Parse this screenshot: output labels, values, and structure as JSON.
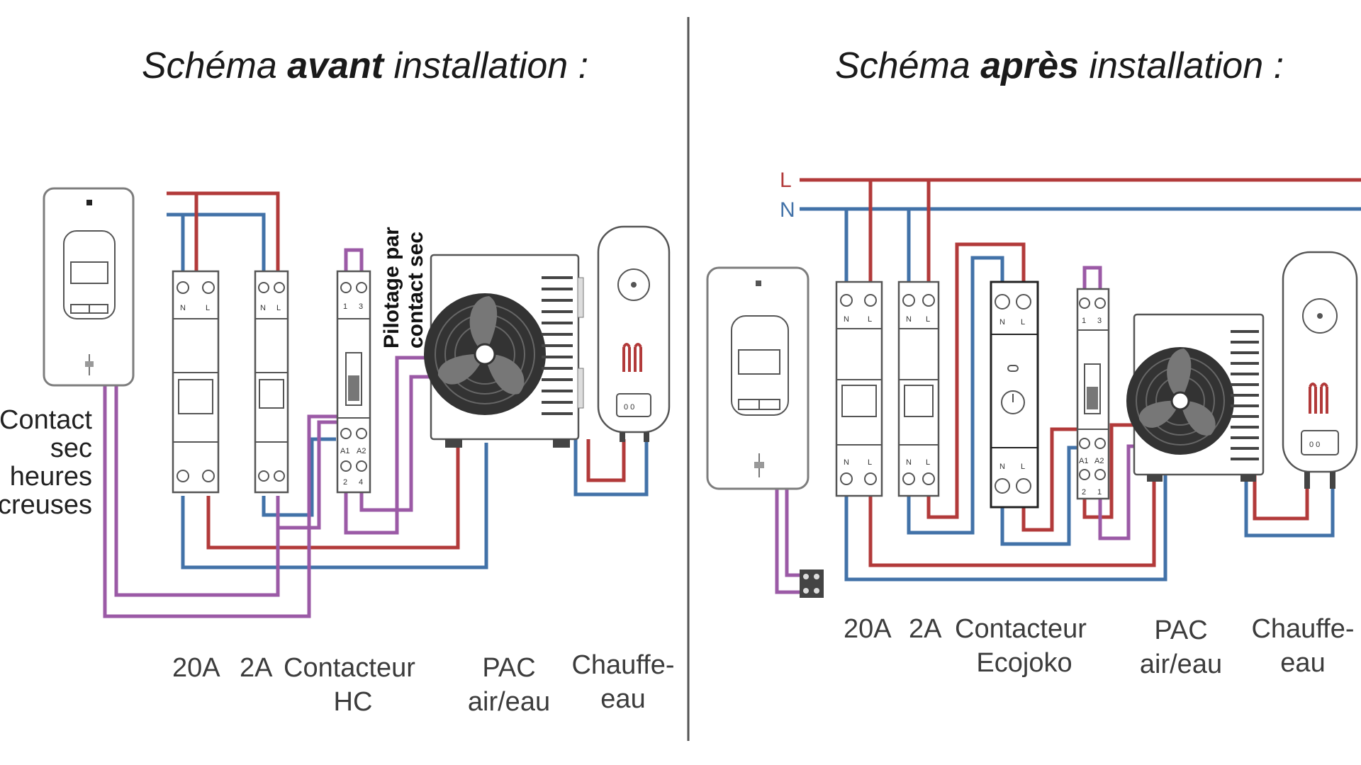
{
  "titles": {
    "before_prefix": "Schéma ",
    "before_bold": "avant",
    "before_suffix": " installation :",
    "after_prefix": "Schéma ",
    "after_bold": "après",
    "after_suffix": " installation :"
  },
  "before": {
    "meter_label": [
      "Contact",
      "sec",
      "heures",
      "creuses"
    ],
    "pilotage_label": [
      "Pilotage par",
      "contact sec"
    ],
    "labels": {
      "breaker_20a": "20A",
      "breaker_2a": "2A",
      "contactor_l1": "Contacteur",
      "contactor_l2": "HC",
      "pac_l1": "PAC",
      "pac_l2": "air/eau",
      "heater_l1": "Chauffe-",
      "heater_l2": "eau"
    }
  },
  "after": {
    "line_l": "L",
    "line_n": "N",
    "labels": {
      "breaker_20a": "20A",
      "breaker_2a": "2A",
      "ecojoko_l1": "Contacteur",
      "ecojoko_l2": "Ecojoko",
      "pac_l1": "PAC",
      "pac_l2": "air/eau",
      "heater_l1": "Chauffe-",
      "heater_l2": "eau"
    }
  },
  "colors": {
    "live": "#b23a3a",
    "neutral": "#4272a8",
    "control": "#9b5aa6",
    "divider": "#555555"
  }
}
